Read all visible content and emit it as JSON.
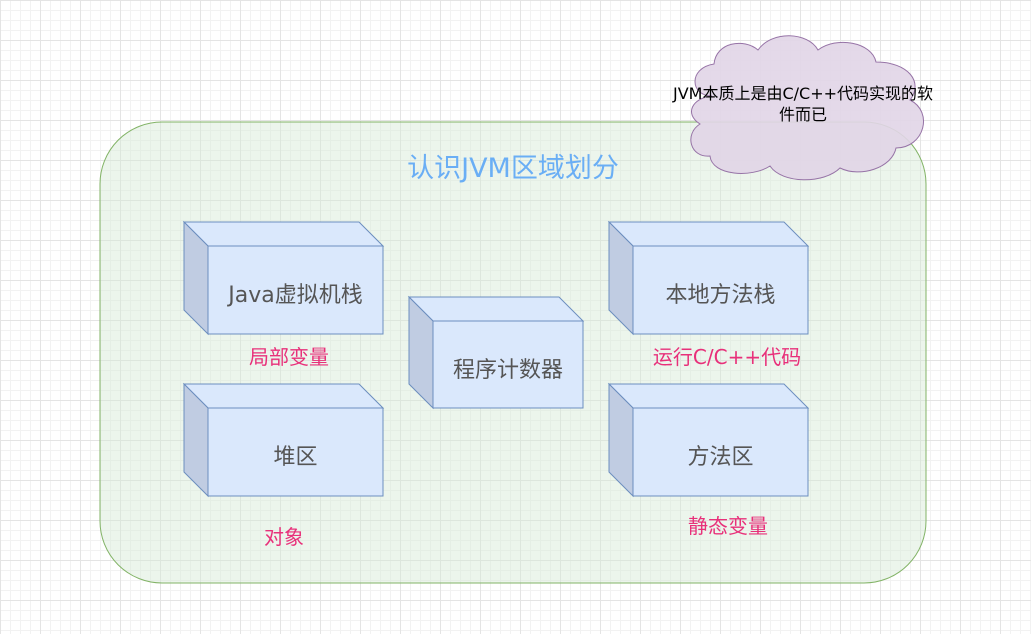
{
  "region": {
    "title": "认识JVM区域划分"
  },
  "cloud": {
    "text": "JVM本质上是由C/C++代码实现的软件而已"
  },
  "blocks": {
    "java_stack": "Java虚拟机栈",
    "pc_register": "程序计数器",
    "native_stack": "本地方法栈",
    "heap": "堆区",
    "method_area": "方法区"
  },
  "annotations": {
    "java_stack": "局部变量",
    "native_stack": "运行C/C++代码",
    "heap": "对象",
    "method_area": "静态变量"
  },
  "colors": {
    "region_fill": "#d5e8d4",
    "region_stroke": "#82b366",
    "title": "#6aaef5",
    "cube_front": "#dae8fc",
    "cube_side": "#c0cce2",
    "cube_stroke": "#6c8ebf",
    "cloud_fill": "#e1d5e7",
    "cloud_stroke": "#9673a6",
    "annotation": "#e8307a",
    "block_text": "#555555"
  }
}
